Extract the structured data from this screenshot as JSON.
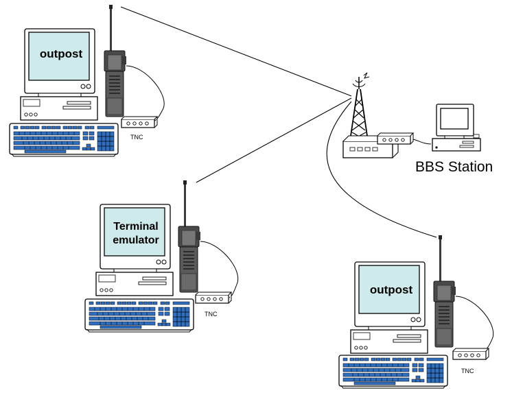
{
  "stations": [
    {
      "screen_lines": [
        "outpost"
      ],
      "tnc_label": "TNC"
    },
    {
      "screen_lines": [
        "Terminal",
        "emulator"
      ],
      "tnc_label": "TNC"
    },
    {
      "screen_lines": [
        "outpost"
      ],
      "tnc_label": "TNC"
    }
  ],
  "bbs": {
    "label": "BBS Station"
  },
  "colors": {
    "screen": "#cfeaea",
    "keys": "#2f6fc0",
    "outline": "#000000",
    "radio": "#4a4a4a",
    "radio_dark": "#2b2b2b",
    "background": "#ffffff"
  }
}
